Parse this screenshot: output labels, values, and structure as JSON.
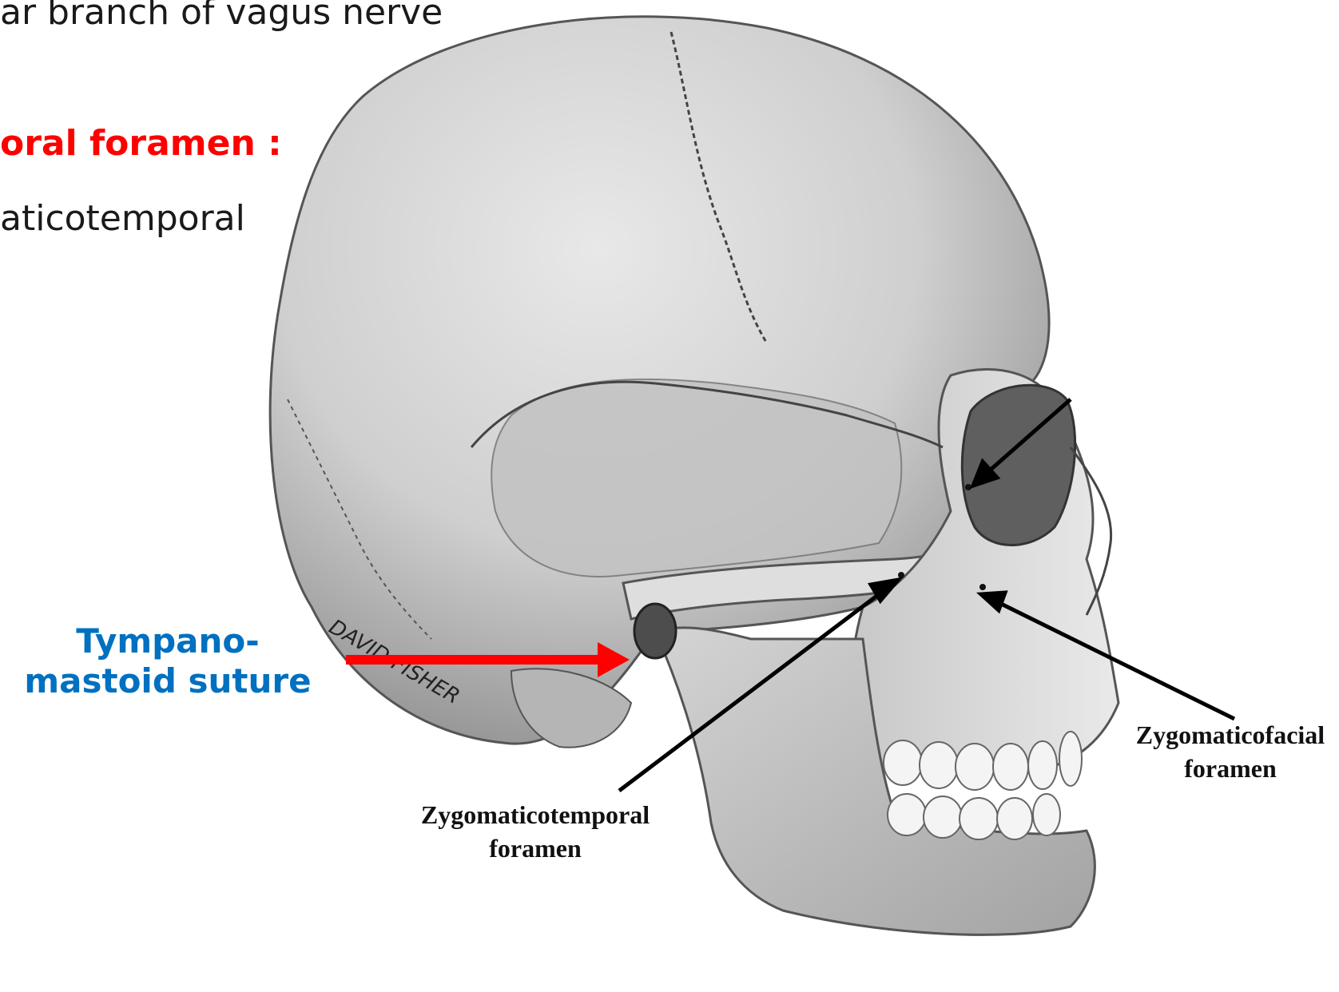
{
  "slide": {
    "line_top": "ar branch of vagus nerve",
    "heading": "oral foramen :",
    "body": "aticotemporal"
  },
  "labels": {
    "tympanomastoid": {
      "line1": "Tympano-",
      "line2": "mastoid suture"
    },
    "zygomaticotemporal": {
      "line1": "Zygomaticotemporal",
      "line2": "foramen"
    },
    "zygomaticofacial": {
      "line1": "Zygomaticofacial",
      "line2": "foramen"
    },
    "signature": "DAVID FISHER"
  },
  "colors": {
    "heading": "#ff0000",
    "blue_label": "#0070c0",
    "red_arrow": "#ff0000",
    "black_arrow": "#000000",
    "bone_light": "#e6e6e6",
    "bone_mid": "#bdbdbd",
    "bone_dark": "#6e6e6e"
  }
}
